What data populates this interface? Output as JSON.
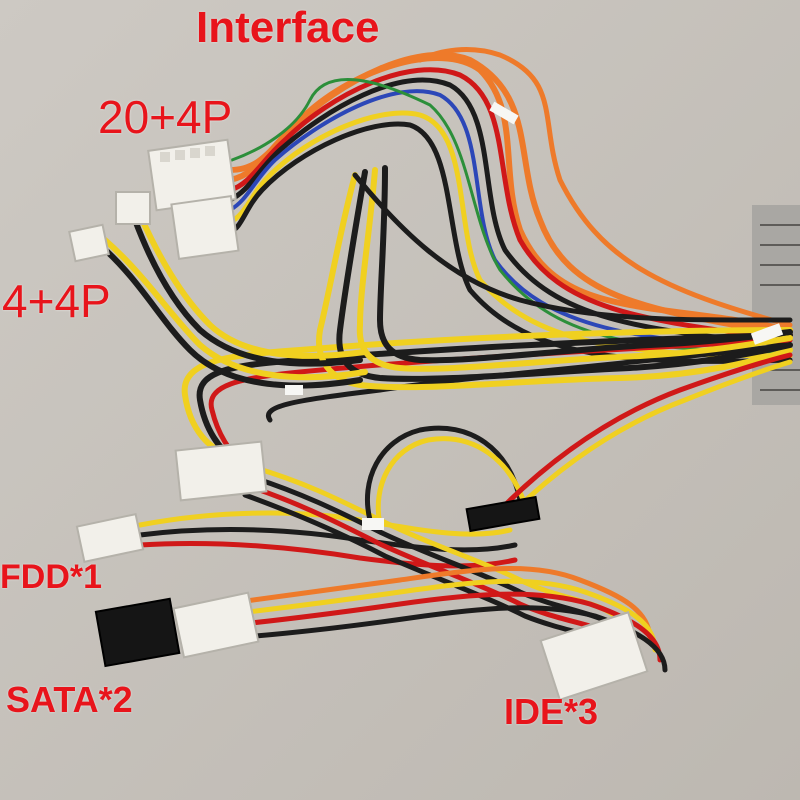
{
  "labels": {
    "interface": "Interface",
    "main_connector": "20+4P",
    "cpu_connector": "4+4P",
    "fdd": "FDD*1",
    "sata": "SATA*2",
    "ide": "IDE*3"
  },
  "colors": {
    "label": "#e8141b",
    "background": "#c9c5bf",
    "wire_yellow": "#f0d020",
    "wire_black": "#1c1c1c",
    "wire_red": "#d01818",
    "wire_orange": "#ee7a2a",
    "connector": "#f2f0ea"
  }
}
